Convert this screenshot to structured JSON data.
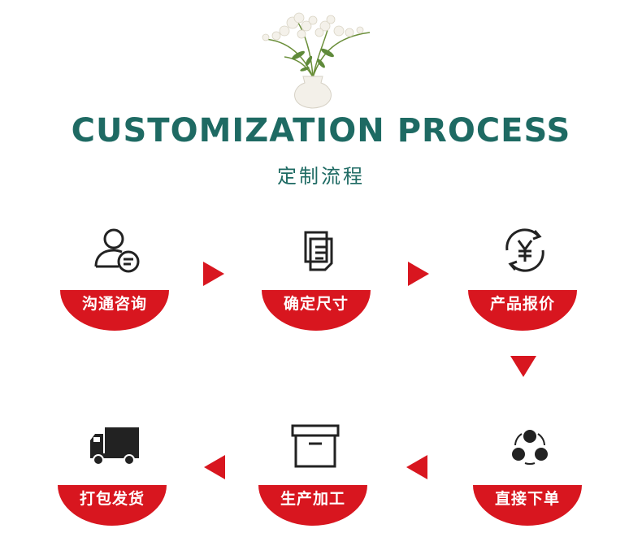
{
  "header": {
    "title": "CUSTOMIZATION PROCESS",
    "subtitle": "定制流程"
  },
  "steps": [
    {
      "label": "沟通咨询",
      "icon": "consult-chat-icon"
    },
    {
      "label": "确定尺寸",
      "icon": "document-pages-icon"
    },
    {
      "label": "产品报价",
      "icon": "yen-cycle-icon"
    },
    {
      "label": "直接下单",
      "icon": "order-circles-icon"
    },
    {
      "label": "生产加工",
      "icon": "storage-box-icon"
    },
    {
      "label": "打包发货",
      "icon": "delivery-truck-icon"
    }
  ],
  "colors": {
    "accent_red": "#d8161f",
    "title_green": "#1e6a63",
    "icon_dark": "#222222"
  }
}
